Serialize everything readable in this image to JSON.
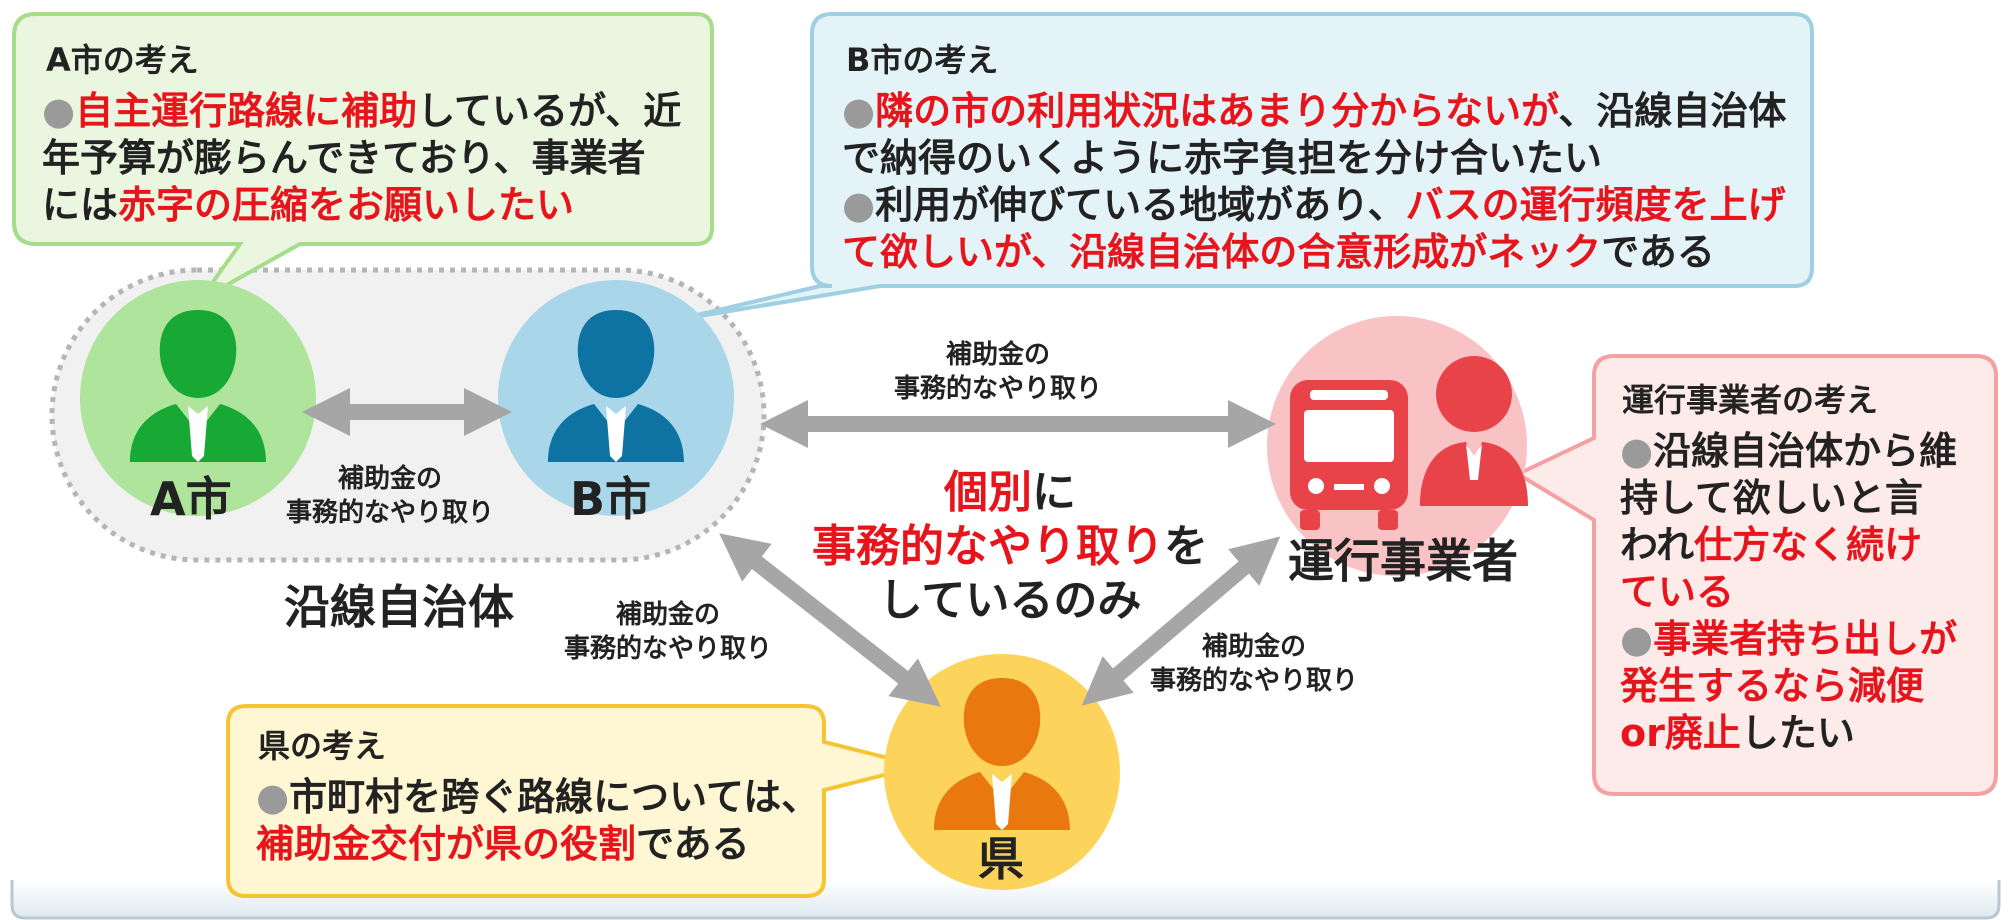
{
  "colors": {
    "green_fill": "#eaf6df",
    "green_border": "#a6dc8c",
    "blue_fill": "#e4f3f7",
    "blue_border": "#9ed0e2",
    "pink_fill": "#fdebea",
    "pink_border": "#f4a1a4",
    "yellow_fill": "#fff7d4",
    "yellow_border": "#f7c431",
    "red_text": "#e8141c",
    "arrow_gray": "#a6a6a6"
  },
  "bubble_a": {
    "title": "A市の考え",
    "lines": [
      [
        {
          "t": "●",
          "c": "bullet"
        },
        {
          "t": "自主運行路線に補助",
          "c": "red"
        },
        {
          "t": "しているが、近"
        }
      ],
      [
        {
          "t": "年予算が膨らんできており、事業者",
          "c": ""
        }
      ],
      [
        {
          "t": "には"
        },
        {
          "t": "赤字の圧縮をお願いしたい",
          "c": "red"
        }
      ]
    ]
  },
  "bubble_b": {
    "title": "B市の考え",
    "lines": [
      [
        {
          "t": "●",
          "c": "bullet"
        },
        {
          "t": "隣の市の利用状況はあまり分からないが",
          "c": "red"
        },
        {
          "t": "、沿線自治体"
        }
      ],
      [
        {
          "t": "で納得のいくように赤字負担を分け合いたい"
        }
      ],
      [
        {
          "t": "●",
          "c": "bullet"
        },
        {
          "t": "利用が伸びている地域があり、"
        },
        {
          "t": "バスの運行頻度を上げ",
          "c": "red"
        }
      ],
      [
        {
          "t": "て欲しいが、沿線自治体の合意形成がネック",
          "c": "red"
        },
        {
          "t": "である"
        }
      ]
    ]
  },
  "bubble_op": {
    "title": "運行事業者の考え",
    "lines": [
      [
        {
          "t": "●",
          "c": "bullet"
        },
        {
          "t": "沿線自治体から維"
        }
      ],
      [
        {
          "t": "持して欲しいと言"
        }
      ],
      [
        {
          "t": "われ"
        },
        {
          "t": "仕方なく続け",
          "c": "red"
        }
      ],
      [
        {
          "t": "ている",
          "c": "red"
        }
      ],
      [
        {
          "t": "●",
          "c": "bullet"
        },
        {
          "t": "事業者持ち出しが",
          "c": "red"
        }
      ],
      [
        {
          "t": "発生するなら減便",
          "c": "red"
        }
      ],
      [
        {
          "t": "or廃止",
          "c": "red"
        },
        {
          "t": "したい"
        }
      ]
    ]
  },
  "bubble_pref": {
    "title": "県の考え",
    "lines": [
      [
        {
          "t": "●",
          "c": "bullet"
        },
        {
          "t": "市町村を跨ぐ路線については、"
        }
      ],
      [
        {
          "t": "補助金交付が県の役割",
          "c": "red"
        },
        {
          "t": "である"
        }
      ]
    ]
  },
  "labels": {
    "a_city": "A市",
    "b_city": "B市",
    "pref": "県",
    "operator": "運行事業者",
    "municipalities": "沿線自治体"
  },
  "captions": {
    "ab": [
      "補助金の",
      "事務的なやり取り"
    ],
    "b_op": [
      "補助金の",
      "事務的なやり取り"
    ],
    "b_pref": [
      "補助金の",
      "事務的なやり取り"
    ],
    "pref_op": [
      "補助金の",
      "事務的なやり取り"
    ]
  },
  "center_message": {
    "lines": [
      [
        {
          "t": "個別",
          "c": "red"
        },
        {
          "t": "に"
        }
      ],
      [
        {
          "t": "事務的なやり取り",
          "c": "red"
        },
        {
          "t": "を"
        }
      ],
      [
        {
          "t": "しているのみ"
        }
      ]
    ]
  },
  "icons": {
    "a_city": "person-icon",
    "b_city": "person-icon",
    "pref": "person-icon",
    "bus": "bus-icon",
    "operator_staff": "person-icon"
  }
}
